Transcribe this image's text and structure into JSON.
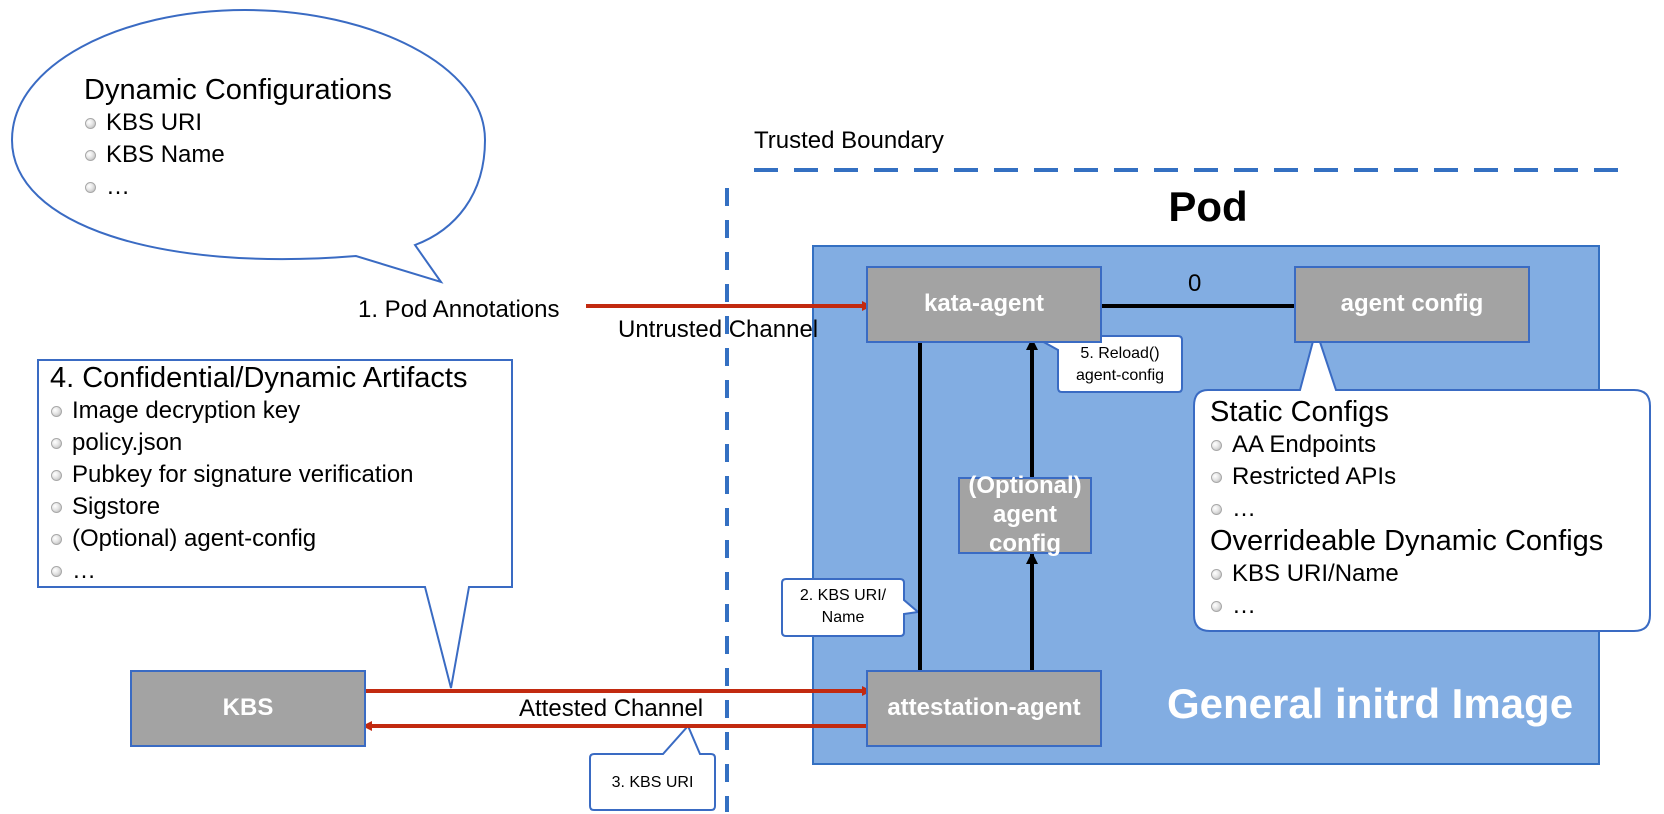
{
  "trusted_boundary_label": "Trusted Boundary",
  "pod_title": "Pod",
  "image_label": "General initrd Image",
  "nodes": {
    "kata_agent": "kata-agent",
    "agent_config": "agent config",
    "optional_agent_config": [
      "(Optional)",
      "agent config"
    ],
    "attestation_agent": "attestation-agent",
    "kbs": "KBS"
  },
  "edges": {
    "pod_annotations": "1. Pod Annotations",
    "untrusted_channel": "Untrusted Channel",
    "config_step": "0",
    "attested_channel": "Attested Channel"
  },
  "callouts": {
    "reload": [
      "5. Reload()",
      "agent-config"
    ],
    "kbs_uri_name": [
      "2. KBS URI/",
      "Name"
    ],
    "kbs_uri": "3. KBS URI"
  },
  "dynamic_configs": {
    "title": "Dynamic Configurations",
    "items": [
      "KBS URI",
      "KBS Name",
      "…"
    ]
  },
  "artifacts": {
    "title": "4. Confidential/Dynamic Artifacts",
    "items": [
      "Image decryption key",
      "policy.json",
      "Pubkey for signature verification",
      "Sigstore",
      "(Optional) agent-config",
      "…"
    ]
  },
  "static_configs": {
    "title": "Static Configs",
    "items": [
      "AA Endpoints",
      "Restricted APIs",
      "…"
    ],
    "overrideable_title": "Overrideable Dynamic Configs",
    "overrideable_items": [
      "KBS URI/Name",
      "…"
    ]
  },
  "colors": {
    "pod_fill": "#82ade2",
    "border_blue": "#3470c2",
    "node_fill": "#a3a3a3",
    "red_arrow": "#c22a10",
    "black_arrow": "#000000"
  }
}
